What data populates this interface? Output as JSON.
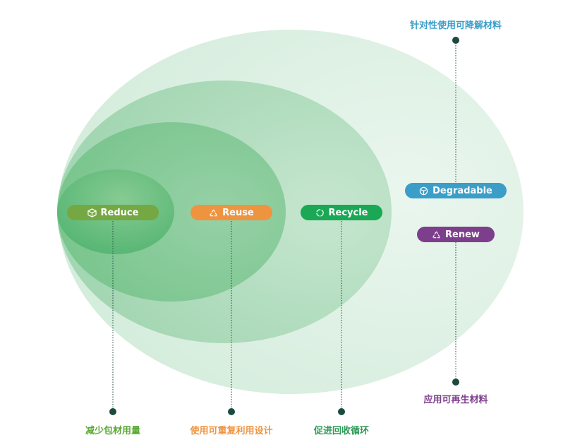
{
  "colors": {
    "reduce": "#75a843",
    "reuse": "#ee9440",
    "recycle": "#1aa855",
    "degradable": "#3a9ec9",
    "renew": "#7d3f8c",
    "dot": "#1c4a3e",
    "caption_green": "#5aa834",
    "caption_orange": "#ee9440",
    "caption_recycle": "#2f9a57",
    "caption_blue": "#3a9ec9",
    "caption_purple": "#7d3f8c"
  },
  "items": {
    "reduce": {
      "label": "Reduce",
      "caption": "减少包材用量",
      "icon": "box-icon"
    },
    "reuse": {
      "label": "Reuse",
      "caption": "使用可重复利用设计",
      "icon": "recycle-triangle-icon"
    },
    "recycle": {
      "label": "Recycle",
      "caption": "促进回收循环",
      "icon": "circle-icon"
    },
    "degradable": {
      "label": "Degradable",
      "caption": "针对性使用可降解材料",
      "icon": "leaf-globe-icon"
    },
    "renew": {
      "label": "Renew",
      "caption": "应用可再生材料",
      "icon": "recycle-triangle-icon"
    }
  }
}
